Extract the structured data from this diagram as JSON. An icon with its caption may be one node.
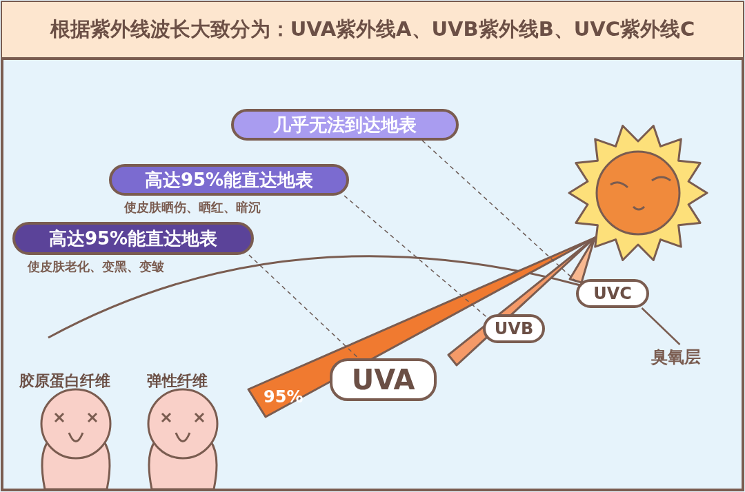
{
  "diagram": {
    "title": "根据紫外线波长大致分为：UVA紫外线A、UVB紫外线B、UVC紫外线C",
    "nodes": [
      {
        "text": [
          "几乎无法到达地表"
        ]
      },
      {
        "text": [
          "高达95%能直达地表"
        ],
        "beside": [
          "使皮肤晒伤、晒红、暗沉"
        ]
      },
      {
        "text": [
          "高达95%能直达地表"
        ],
        "beside": [
          "使皮肤老化、变黑、变皱"
        ]
      },
      {
        "text": [
          "UVC"
        ]
      },
      {
        "text": [
          "UVB"
        ]
      },
      {
        "text": [
          "UVA"
        ]
      },
      {
        "text": [
          "臭氧层"
        ]
      }
    ],
    "edges": [
      {
        "from": 0,
        "to": 3,
        "arrow": "none",
        "style": "dashed"
      },
      {
        "from": 1,
        "to": 4,
        "arrow": "none",
        "style": "dashed"
      },
      {
        "from": 2,
        "to": 5,
        "arrow": "none",
        "style": "dashed"
      },
      {
        "from": 6,
        "to": 3,
        "arrow": "none"
      }
    ],
    "labels": [
      "95%",
      "胶原蛋白纤维",
      "弹性纤维"
    ]
  }
}
